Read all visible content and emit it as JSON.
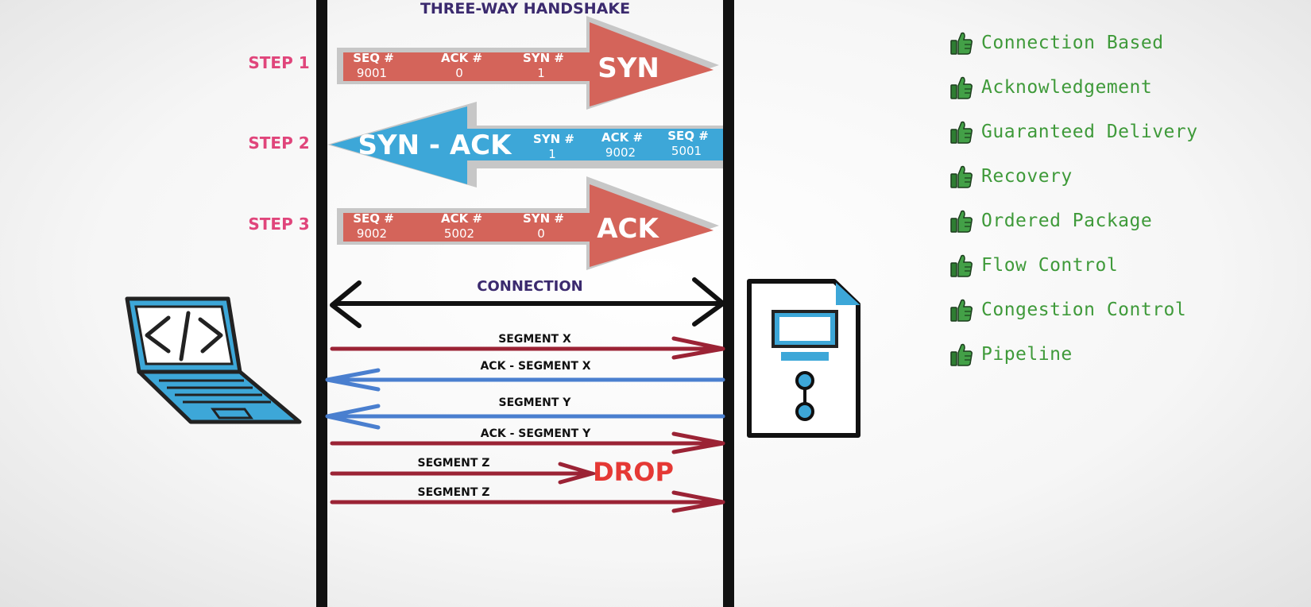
{
  "handshake": {
    "title": "THREE-WAY HANDSHAKE",
    "steps": [
      {
        "label": "STEP 1",
        "name": "SYN",
        "fields": [
          {
            "key": "SEQ #",
            "value": "9001"
          },
          {
            "key": "ACK #",
            "value": "0"
          },
          {
            "key": "SYN #",
            "value": "1"
          }
        ]
      },
      {
        "label": "STEP 2",
        "name": "SYN - ACK",
        "fields": [
          {
            "key": "SYN #",
            "value": "1"
          },
          {
            "key": "ACK #",
            "value": "9002"
          },
          {
            "key": "SEQ #",
            "value": "5001"
          }
        ]
      },
      {
        "label": "STEP 3",
        "name": "ACK",
        "fields": [
          {
            "key": "SEQ #",
            "value": "9002"
          },
          {
            "key": "ACK #",
            "value": "5002"
          },
          {
            "key": "SYN #",
            "value": "0"
          }
        ]
      }
    ]
  },
  "transfer": {
    "connection_label": "CONNECTION",
    "segments": [
      "SEGMENT X",
      "ACK - SEGMENT X",
      "SEGMENT Y",
      "ACK - SEGMENT Y",
      "SEGMENT Z",
      "SEGMENT Z"
    ],
    "drop_label": "DROP"
  },
  "features": [
    {
      "label": "Connection Based",
      "icon": "thumbs-up-icon"
    },
    {
      "label": "Acknowledgement",
      "icon": "thumbs-up-icon"
    },
    {
      "label": "Guaranteed Delivery",
      "icon": "thumbs-up-icon"
    },
    {
      "label": "Recovery",
      "icon": "thumbs-up-icon"
    },
    {
      "label": "Ordered Package",
      "icon": "thumbs-up-icon"
    },
    {
      "label": "Flow Control",
      "icon": "thumbs-up-icon"
    },
    {
      "label": "Congestion Control",
      "icon": "thumbs-up-icon"
    },
    {
      "label": "Pipeline",
      "icon": "thumbs-up-icon"
    }
  ],
  "colors": {
    "syn": "#d4645a",
    "synack": "#3da7d8",
    "step": "#e0457b",
    "title": "#3b2a6e",
    "forward": "#9b2335",
    "back": "#4a7fcf",
    "drop": "#e53935",
    "feature": "#3f9a3a"
  }
}
